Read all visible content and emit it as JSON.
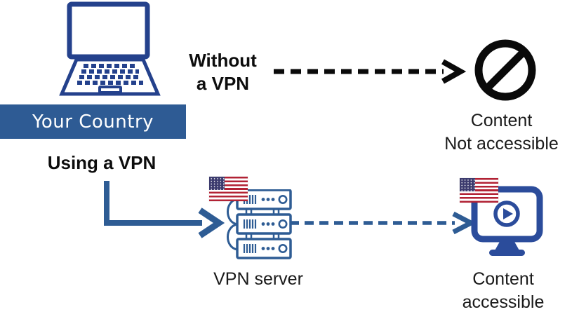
{
  "diagram": {
    "origin": {
      "banner_label": "Your Country",
      "device_icon": "laptop"
    },
    "without_vpn": {
      "label_line1": "Without",
      "label_line2": "a VPN",
      "arrow_style": "black-dashed",
      "result_icon": "prohibited-circle-slash",
      "result_line1": "Content",
      "result_line2": "Not accessible"
    },
    "with_vpn": {
      "label": "Using a VPN",
      "arrow_style": "blue-solid-elbow",
      "server_icon": "server-stack",
      "server_flag_icon": "us-flag",
      "server_label": "VPN server",
      "server_to_content_arrow_style": "blue-dashed",
      "result_icon": "monitor-play",
      "result_flag_icon": "us-flag",
      "result_line1": "Content",
      "result_line2": "accessible"
    },
    "colors": {
      "laptop_blue": "#24418C",
      "banner_blue": "#2E5B94",
      "arrow_blue": "#2E5C94",
      "server_blue": "#2E5C94",
      "monitor_blue": "#2B4C9B",
      "prohibited_black": "#0A0A0A",
      "label_dark": "#1A1A1A",
      "flag_red": "#B22234",
      "flag_canton_blue": "#3C3B6E",
      "background": "#FFFFFF"
    }
  }
}
